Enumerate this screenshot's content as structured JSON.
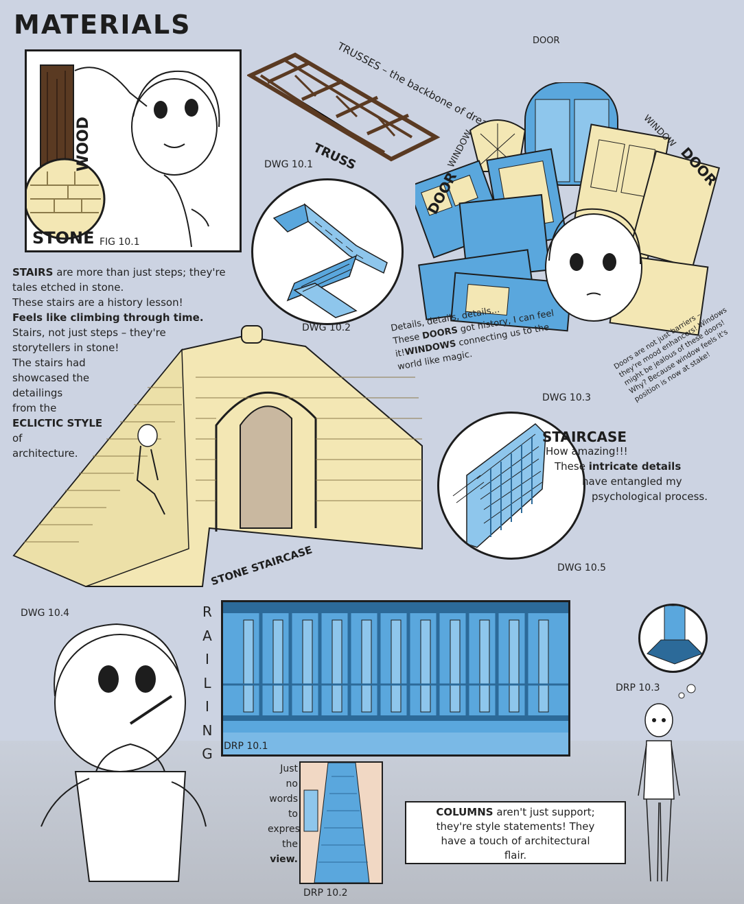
{
  "title": "MATERIALS",
  "fig101": {
    "wood_label": "WOOD",
    "stone_label": "STONE",
    "caption": "FIG 10.1"
  },
  "truss": {
    "heading": "TRUSSES – the backbone of dreams!",
    "label": "TRUSS",
    "caption": "DWG 10.1"
  },
  "dwg102": {
    "caption": "DWG 10.2"
  },
  "doors": {
    "door_top": "DOOR",
    "window_left": "WINDOW",
    "window_right": "WINDOW",
    "door_left": "DOOR",
    "door_right": "DOOR",
    "caption": "DWG 10.3",
    "details_line1": "Details, details, details...",
    "details_line2_pre": "These ",
    "details_line2_bold": "DOORS",
    "details_line2_post": " got history, I can feel",
    "details_line3_pre": "it!",
    "details_line3_bold": "WINDOWS",
    "details_line3_post": " connecting us to the",
    "details_line4": "world like magic.",
    "note": "Doors are not just barriers – they're mood enhancers! Windows might be jealous of these doors! Why? Because window feels it's position is now at stake!"
  },
  "stairs_text": {
    "l1_bold": "STAIRS",
    "l1_rest": " are more than just steps; they're",
    "l2": "tales etched in stone.",
    "l3": "These stairs are a history lesson!",
    "l4_bold": "Feels like climbing through time.",
    "l5": "Stairs, not just steps – they're",
    "l6": "storytellers in stone!",
    "l7": "The stairs had",
    "l8": "showcased the",
    "l9": "detailings",
    "l10": "from the",
    "l11_bold": "ECLICTIC STYLE",
    "l12": "of",
    "l13": "architecture."
  },
  "stone_staircase": {
    "label": "STONE STAIRCASE",
    "caption": "DWG 10.4"
  },
  "staircase": {
    "heading": "STAIRCASE",
    "l1": "How amazing!!!",
    "l2_pre": "These ",
    "l2_bold": "intricate details",
    "l3": "have entangled my",
    "l4": "psychological process.",
    "caption": "DWG 10.5"
  },
  "railing": {
    "letters": [
      "R",
      "A",
      "I",
      "L",
      "I",
      "N",
      "G"
    ],
    "caption": "DRP 10.1"
  },
  "drp103": {
    "caption": "DRP 10.3"
  },
  "drp102": {
    "lines": [
      "Just",
      "no",
      "words",
      "to",
      "express",
      "the"
    ],
    "last_bold": "view.",
    "caption": "DRP 10.2"
  },
  "columns": {
    "bold": "COLUMNS",
    "l1_rest": " aren't just support;",
    "l2": "they're style statements! They",
    "l3": "have a touch of architectural",
    "l4": "flair."
  },
  "colors": {
    "blue": "#5aa7dd",
    "cream": "#f3e7b4",
    "wood": "#5a3a22",
    "outline": "#1d1d1d"
  }
}
